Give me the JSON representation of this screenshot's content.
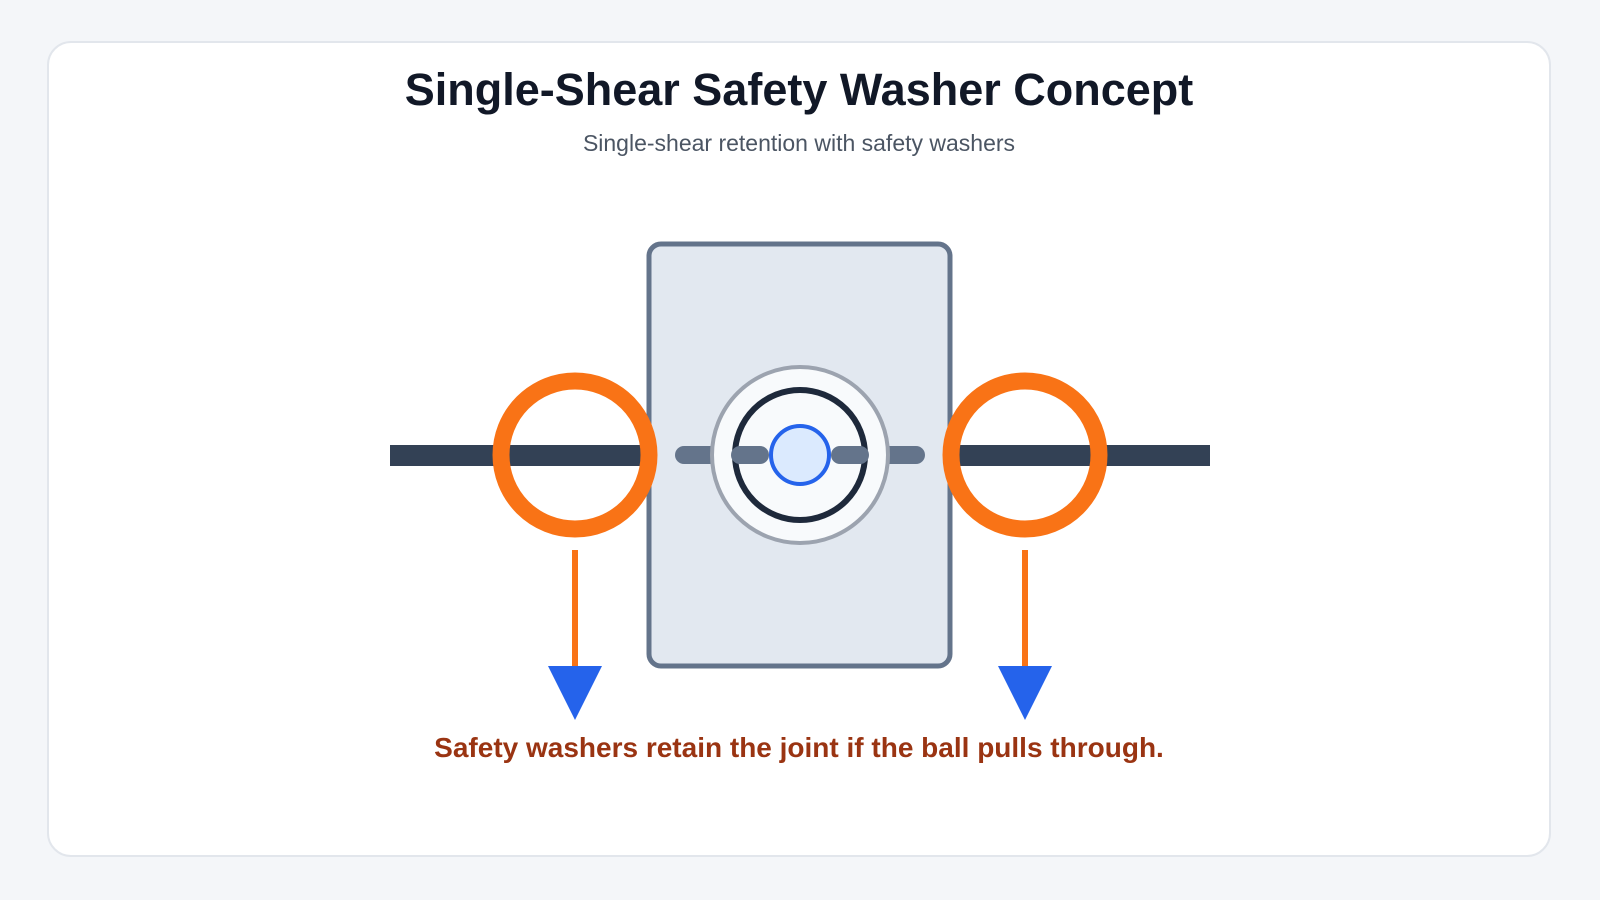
{
  "title": "Single-Shear Safety Washer Concept",
  "subtitle": "Single-shear retention with safety washers",
  "caption": "Safety washers retain the joint if the ball pulls through.",
  "colors": {
    "background": "#f4f6f9",
    "card": "#ffffff",
    "title": "#111827",
    "subtitle": "#4b5563",
    "caption": "#9a3412",
    "bar": "#334155",
    "block_fill": "#e2e8f0",
    "block_stroke": "#64748b",
    "washer": "#f97316",
    "arrow_line": "#f97316",
    "arrow_head": "#2563eb",
    "ball_fill": "#dbeafe",
    "ball_stroke": "#2563eb",
    "socket_ring": "#1e293b",
    "outer_ring": "#9ca3af"
  },
  "icons": {
    "washer": "ring",
    "arrow": "arrow-down"
  }
}
